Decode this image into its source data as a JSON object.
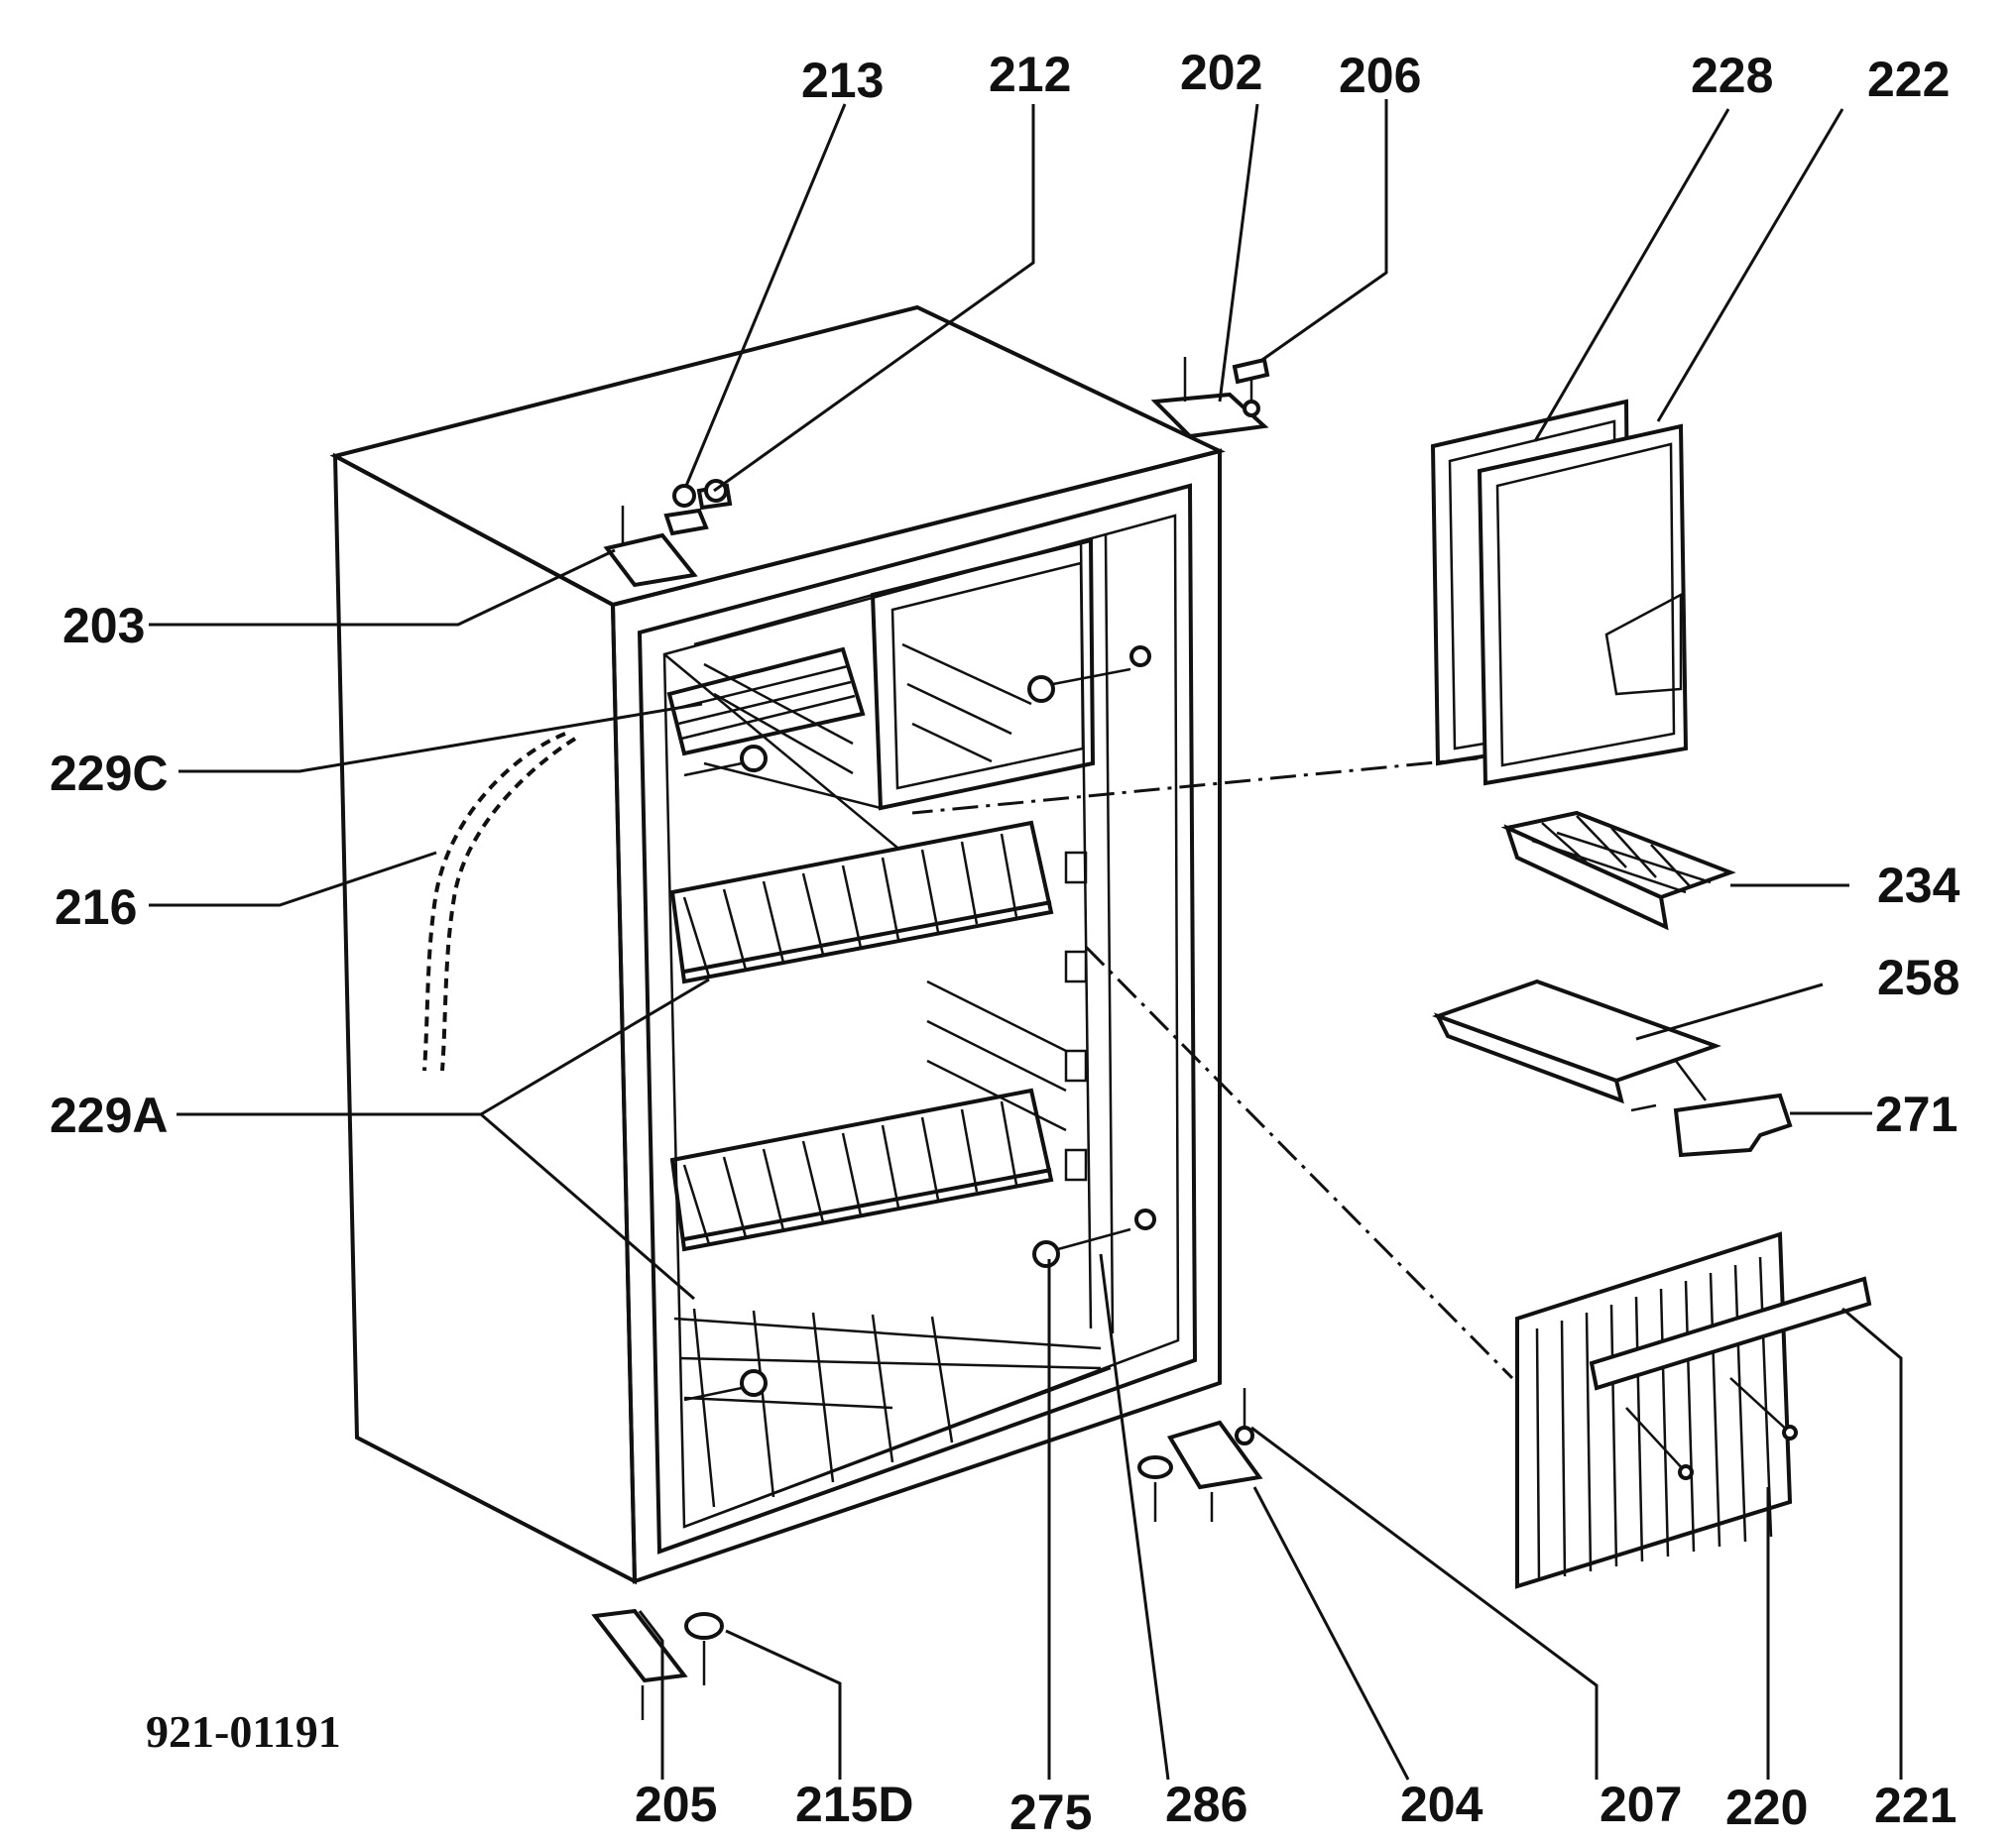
{
  "figure_id": "921-01191",
  "callouts": {
    "c213": "213",
    "c212": "212",
    "c202": "202",
    "c206": "206",
    "c228": "228",
    "c222": "222",
    "c203": "203",
    "c229C": "229C",
    "c216": "216",
    "c234": "234",
    "c258": "258",
    "c271": "271",
    "c229A": "229A",
    "c205": "205",
    "c215D": "215D",
    "c275": "275",
    "c286": "286",
    "c204": "204",
    "c207": "207",
    "c220": "220",
    "c221": "221"
  }
}
